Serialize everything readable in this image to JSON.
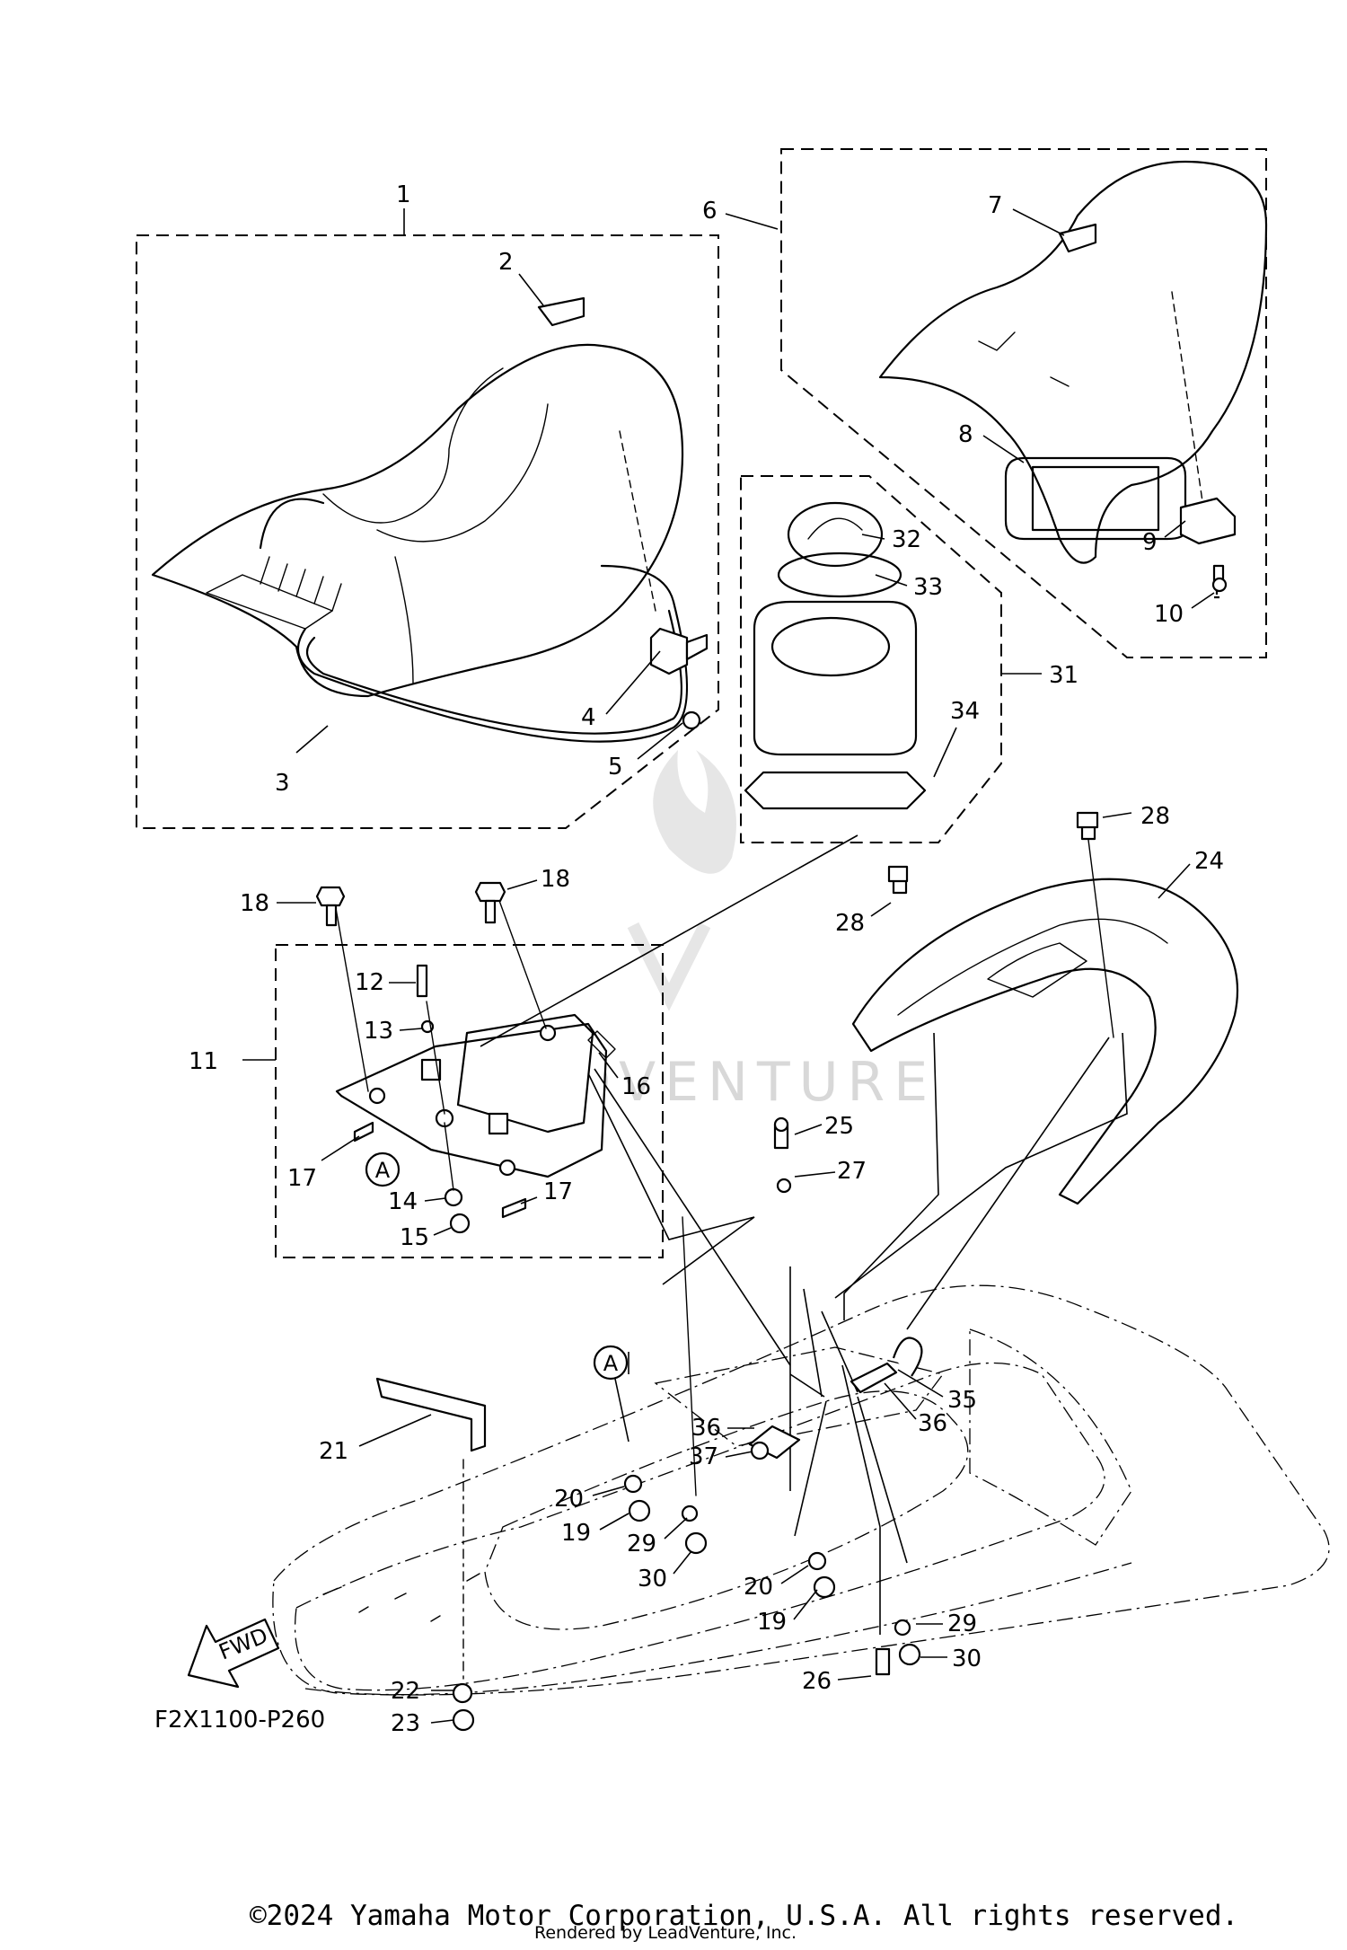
{
  "diagram": {
    "code": "F2X1100-P260",
    "fwd_label": "FWD",
    "ref_marker": "A",
    "parts": [
      "1",
      "2",
      "3",
      "4",
      "5",
      "6",
      "7",
      "8",
      "9",
      "10",
      "11",
      "12",
      "13",
      "14",
      "15",
      "16",
      "17",
      "17",
      "18",
      "18",
      "19",
      "19",
      "20",
      "20",
      "21",
      "22",
      "23",
      "24",
      "25",
      "26",
      "27",
      "28",
      "28",
      "29",
      "29",
      "30",
      "30",
      "31",
      "32",
      "33",
      "34",
      "35",
      "36",
      "36",
      "37"
    ]
  },
  "watermark": "EADVENTURE",
  "footer": {
    "copyright": "©2024 Yamaha Motor Corporation, U.S.A. All rights reserved.",
    "rendered_by": "Rendered by LeadVenture, Inc."
  }
}
